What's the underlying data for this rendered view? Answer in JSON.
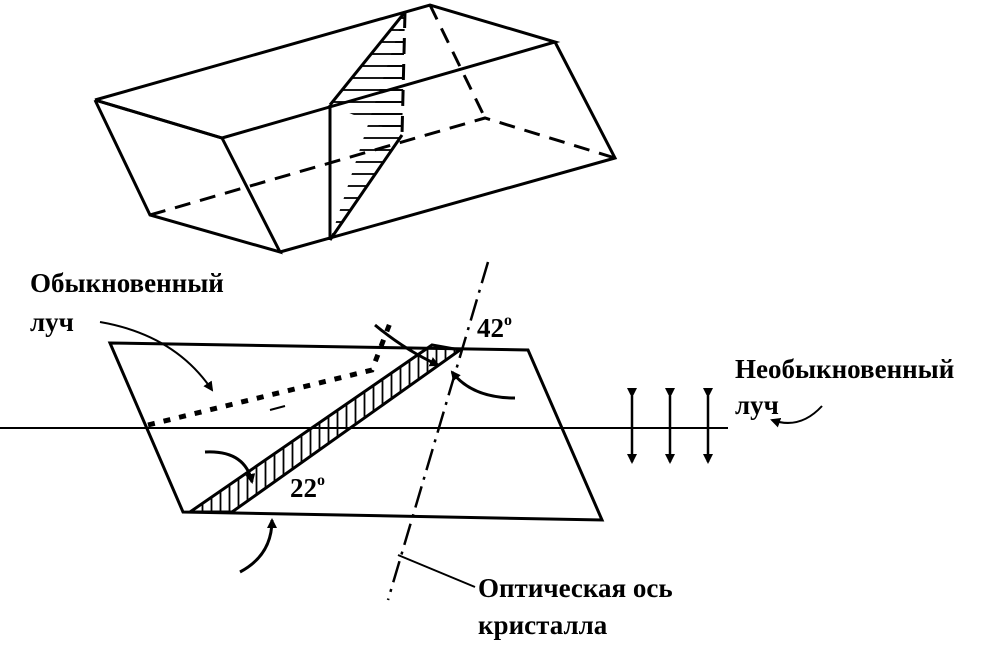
{
  "labels": {
    "ordinary_ray_line1": "Обыкновенный",
    "ordinary_ray_line2": "луч",
    "extraordinary_ray_line1": "Необыкновенный",
    "extraordinary_ray_line2": "луч",
    "optic_axis_line1": "Оптическая ось",
    "optic_axis_line2": "кристалла",
    "angle_top_value": "42",
    "angle_bottom_value": "22",
    "degree_mark": "o"
  }
}
